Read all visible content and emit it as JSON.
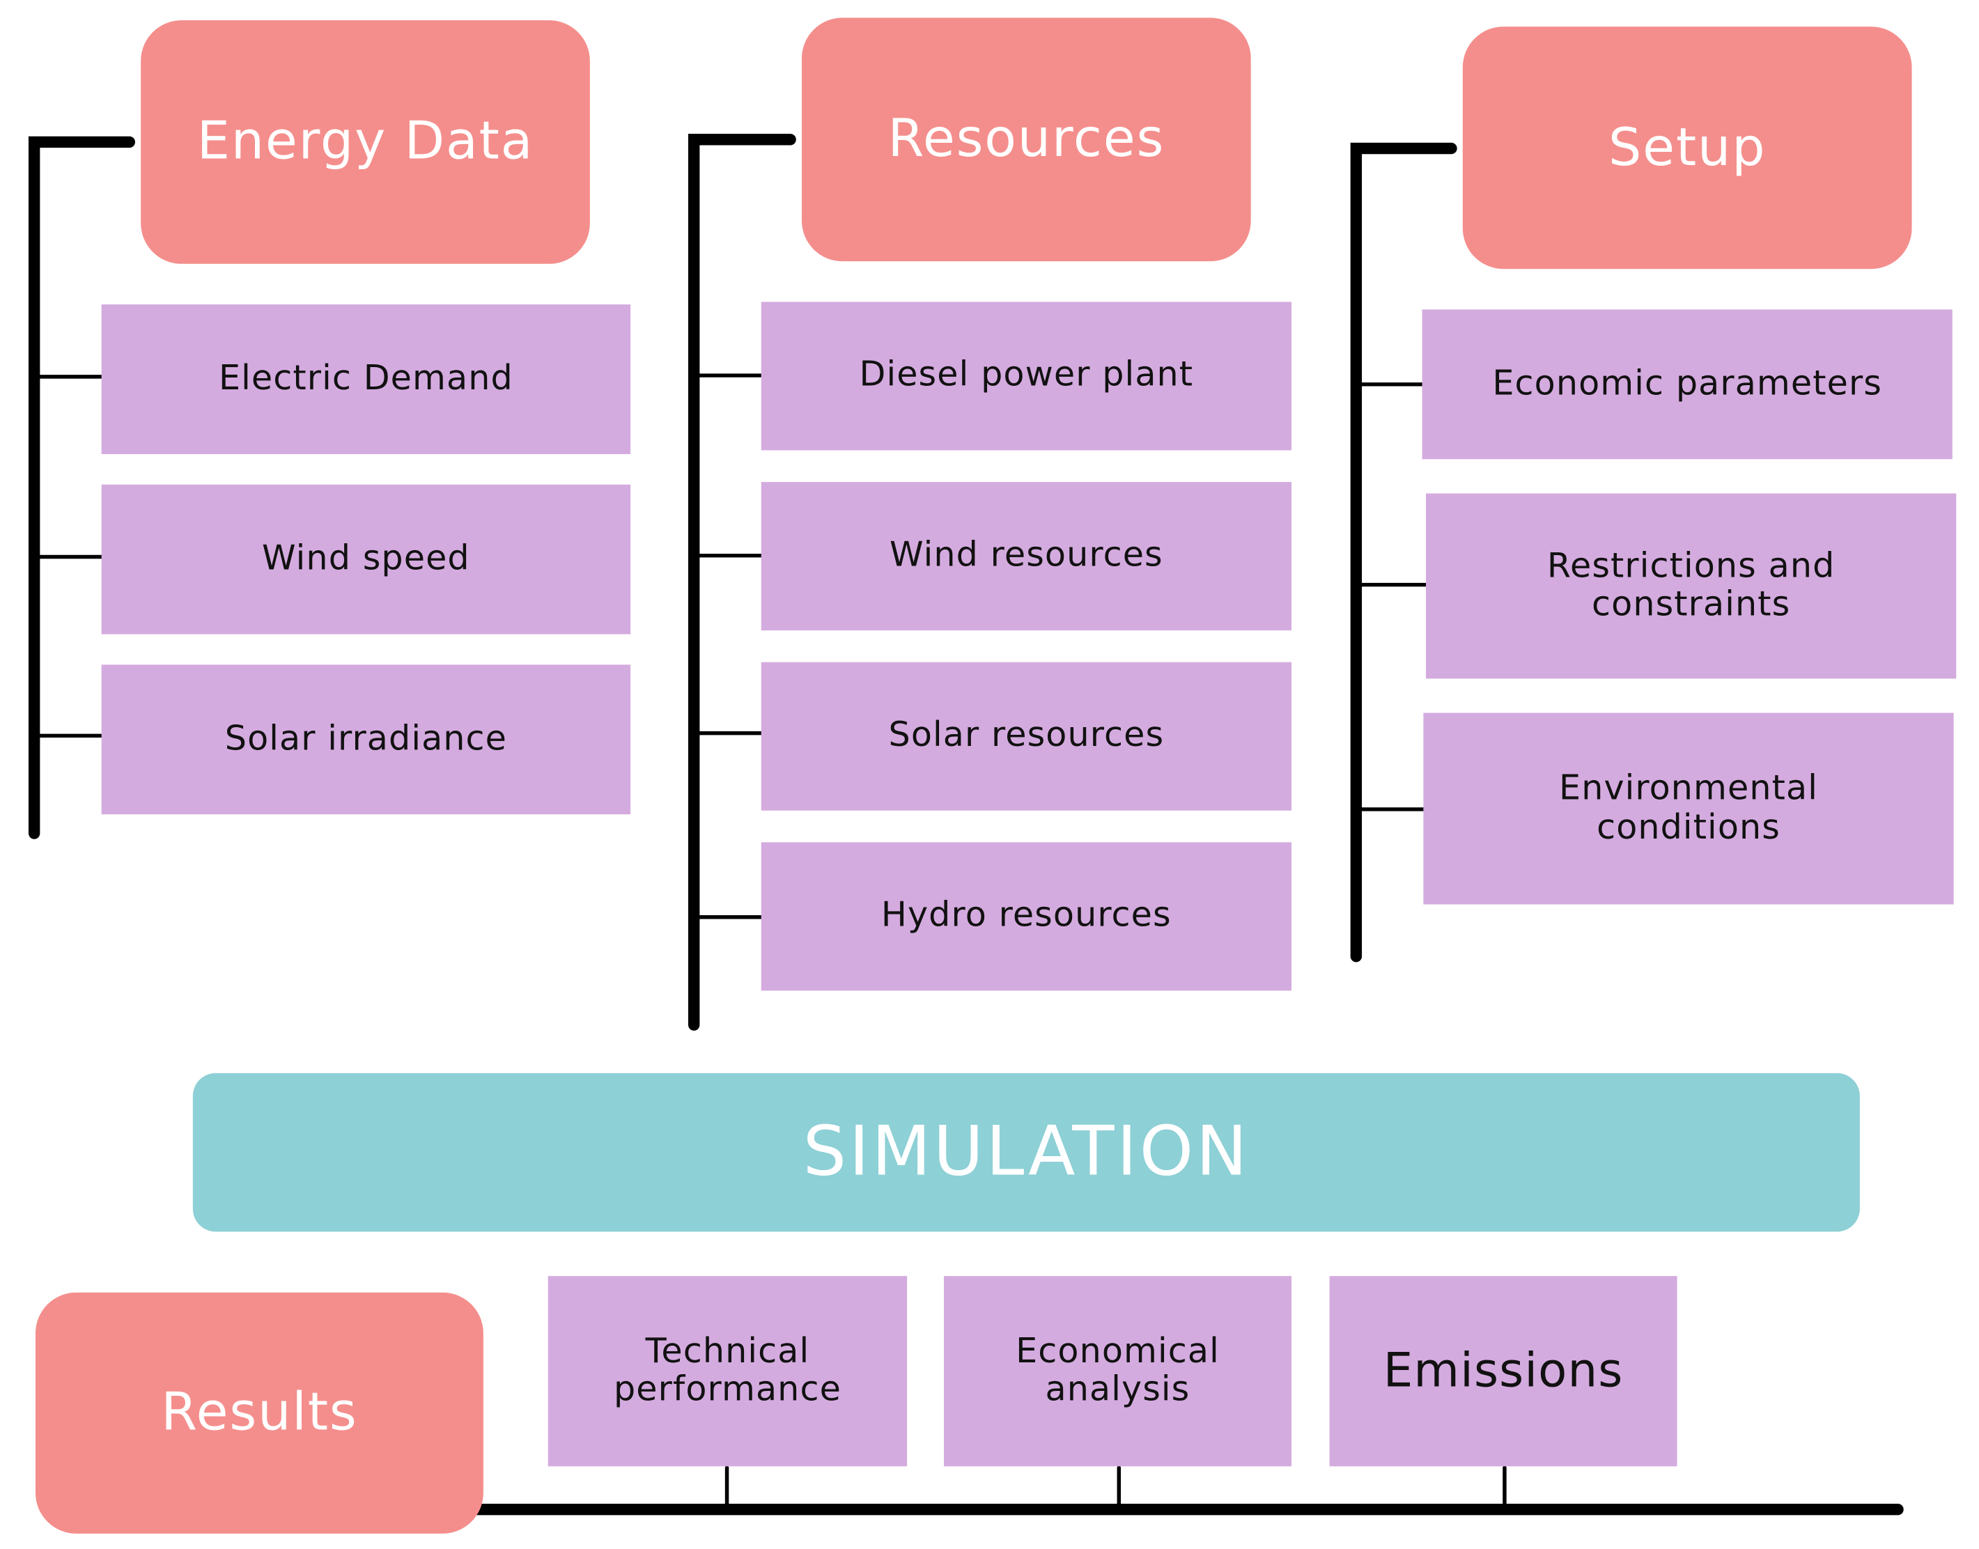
{
  "colors": {
    "header": "#f48e8c",
    "item": "#d4abdf",
    "simulation": "#8dd0d6",
    "connector": "#000000"
  },
  "energy_data": {
    "title": "Energy Data",
    "items": [
      "Electric Demand",
      "Wind speed",
      "Solar irradiance"
    ]
  },
  "resources": {
    "title": "Resources",
    "items": [
      "Diesel power plant",
      "Wind resources",
      "Solar resources",
      "Hydro resources"
    ]
  },
  "setup": {
    "title": "Setup",
    "items": [
      "Economic parameters",
      "Restrictions and\nconstraints",
      "Environmental\nconditions"
    ]
  },
  "simulation": {
    "title": "SIMULATION"
  },
  "results": {
    "title": "Results",
    "items": [
      "Technical\nperformance",
      "Economical\nanalysis",
      "Emissions"
    ]
  }
}
